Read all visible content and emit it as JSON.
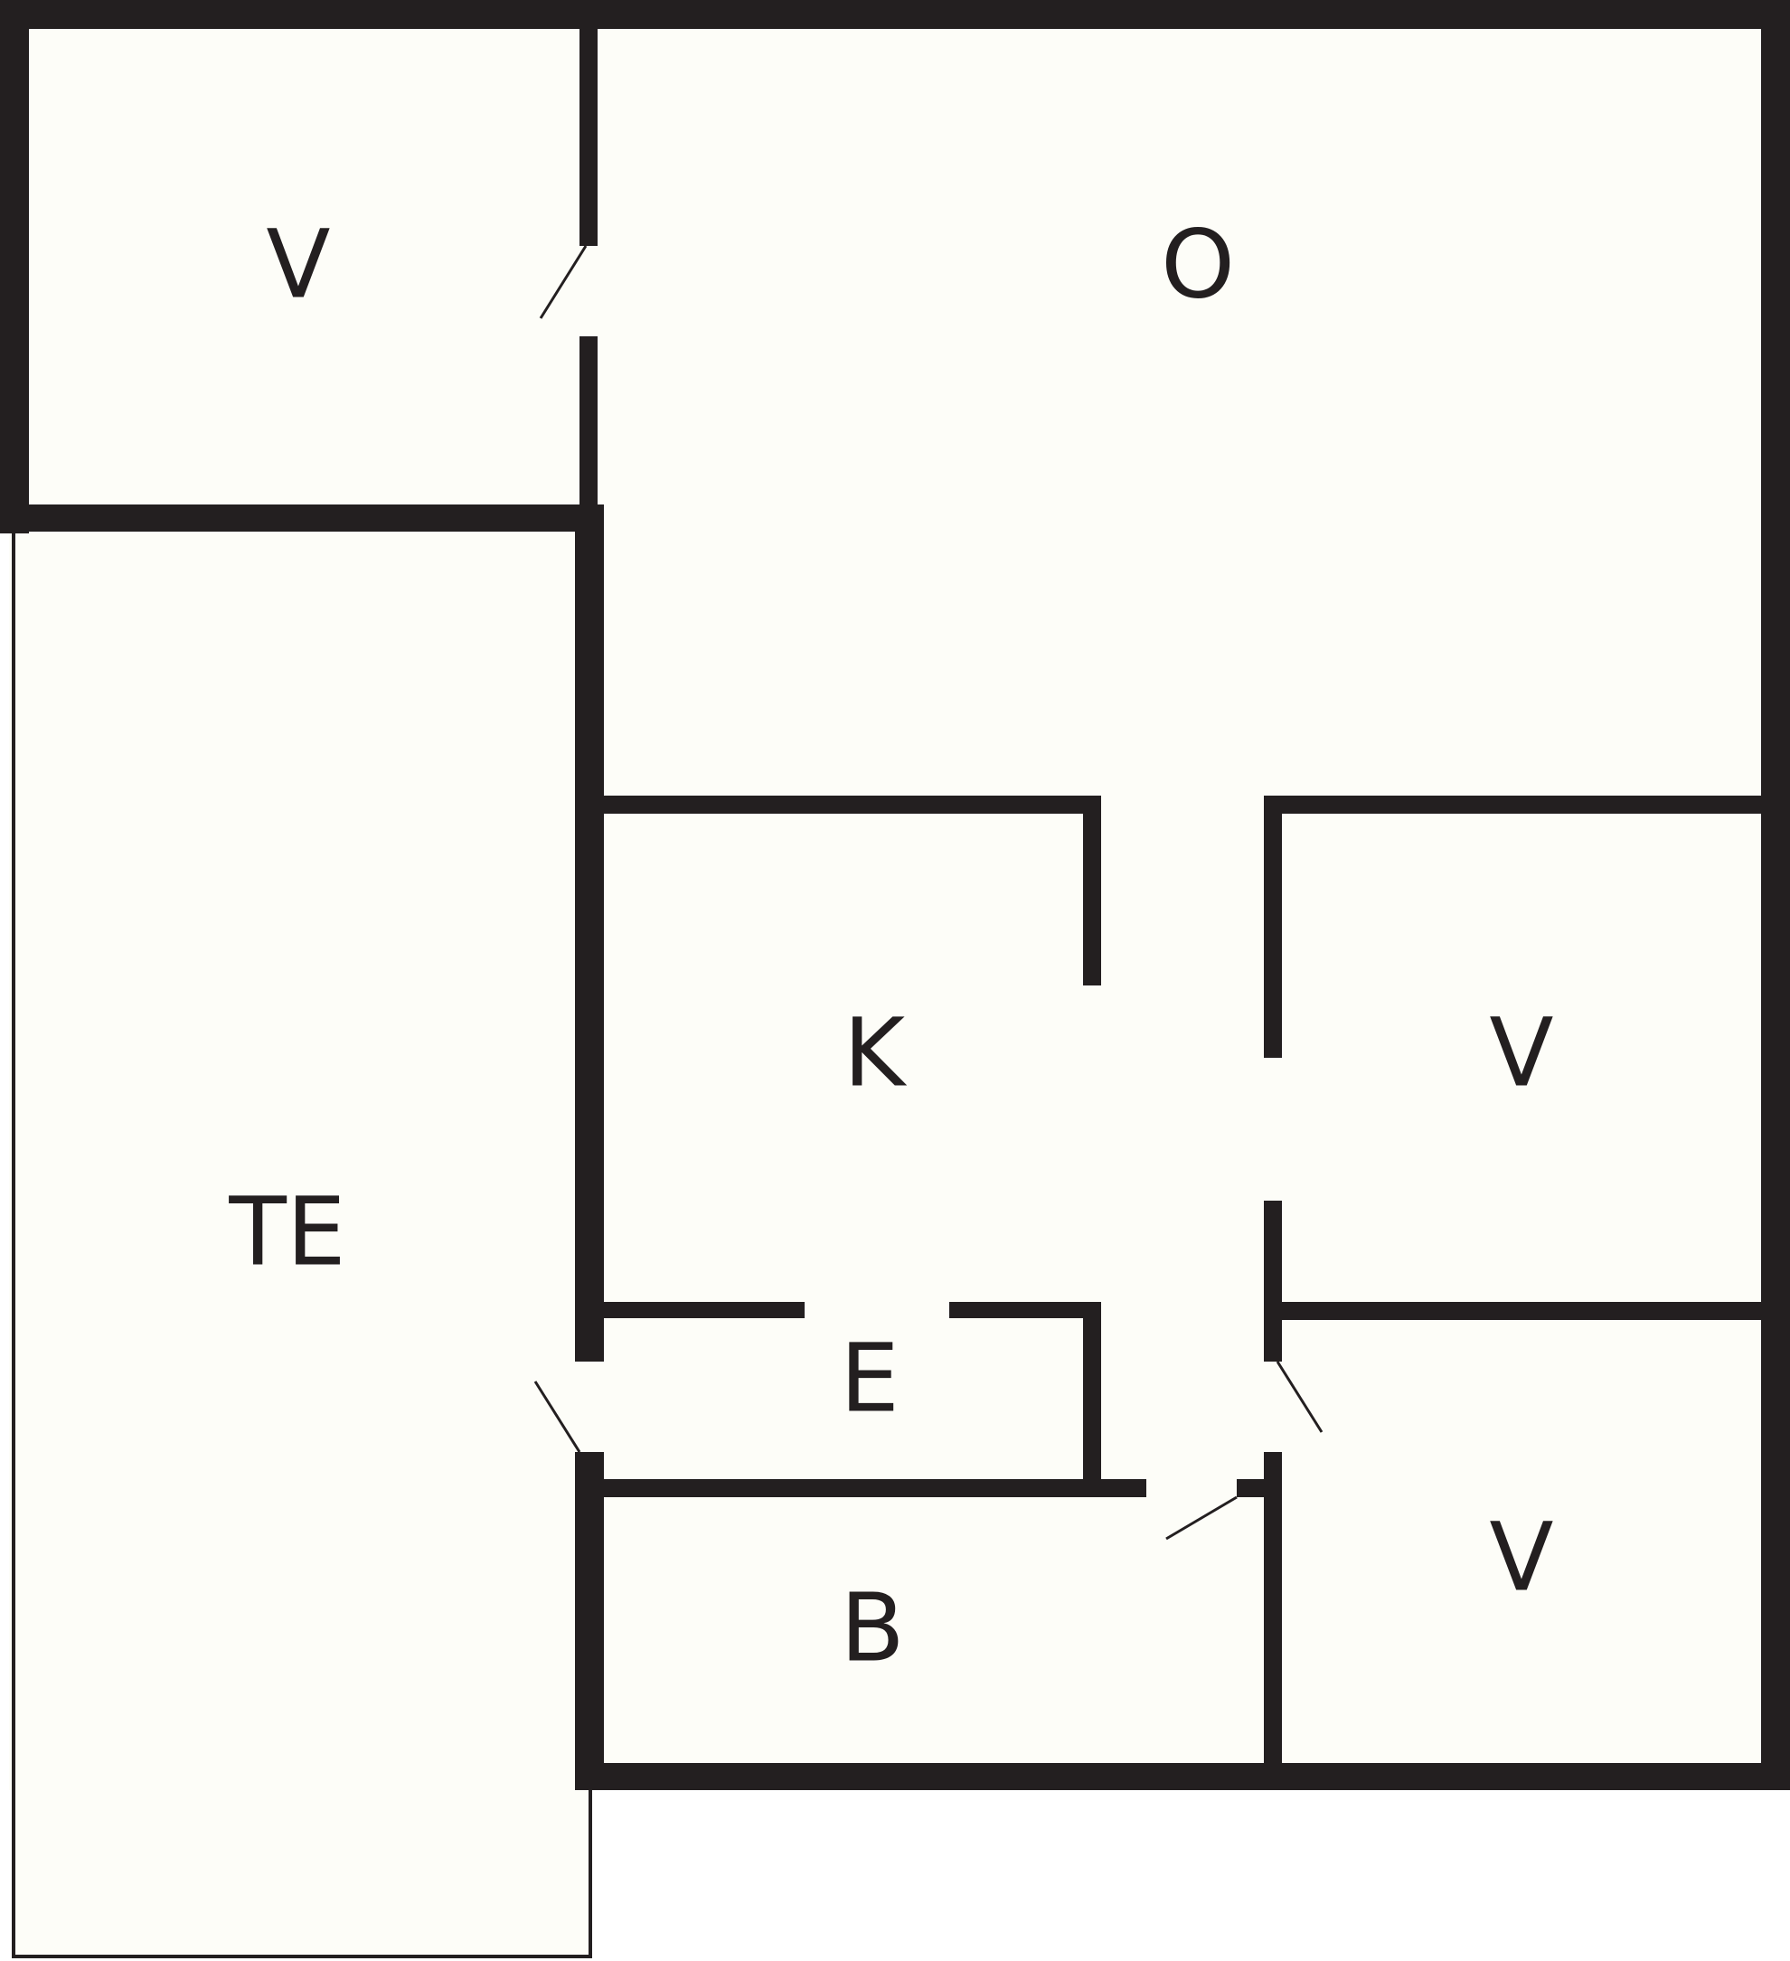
{
  "floorplan": {
    "rooms": [
      {
        "id": "V-top",
        "label": "V"
      },
      {
        "id": "O",
        "label": "O"
      },
      {
        "id": "TE",
        "label": "TE"
      },
      {
        "id": "K",
        "label": "K"
      },
      {
        "id": "V-right",
        "label": "V"
      },
      {
        "id": "E",
        "label": "E"
      },
      {
        "id": "V-bottom",
        "label": "V"
      },
      {
        "id": "B",
        "label": "B"
      }
    ]
  },
  "colors": {
    "wall": "#231f20",
    "floor": "#fdfdf8"
  }
}
